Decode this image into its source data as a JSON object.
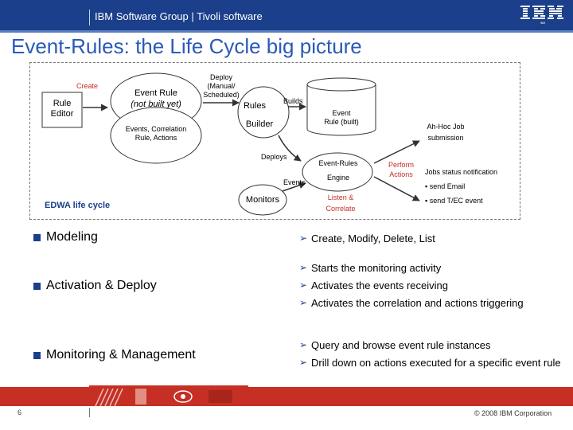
{
  "header": {
    "group": "IBM Software Group | Tivoli software",
    "logo_text": "IBM",
    "color": "#1b3f8b"
  },
  "slide": {
    "title": "Event-Rules: the Life Cycle big picture",
    "accent_color": "#2a5ab8"
  },
  "diagram": {
    "create_label": "Create",
    "rule_editor": "Rule Editor",
    "event_rule_name": "Event Rule",
    "event_rule_note": "(not built yet)",
    "events_note": "Events, Correlation Rule, Actions",
    "deploy_label": "Deploy (Manual/ Scheduled)",
    "rules_label": "Rules",
    "builder_label": "Builder",
    "builds_label": "Builds",
    "event_rule_built_line1": "Event",
    "event_rule_built_line2": "Rule (built)",
    "deploys_label": "Deploys",
    "event_rules_engine_line1": "Event-Rules",
    "event_rules_engine_line2": "Engine",
    "events_label": "Events",
    "monitors_label": "Monitors",
    "listen_line1": "Listen &",
    "listen_line2": "Correlate",
    "perform_actions_line1": "Perform",
    "perform_actions_line2": "Actions",
    "adhoc_line1": "Ah-Hoc Job",
    "adhoc_line2": "submission",
    "jobs_status": "Jobs status notification",
    "send_email": "send Email",
    "send_tec": "send T/EC event",
    "edwa_label": "EDWA life cycle"
  },
  "bullets_left": [
    "Modeling",
    "Activation & Deploy",
    "Monitoring & Management"
  ],
  "bullets_right": [
    "Create, Modify, Delete, List",
    "Starts the monitoring activity",
    "Activates the events receiving",
    "Activates the correlation and actions triggering",
    "Query and browse event rule instances",
    "Drill down on actions executed for a specific event rule"
  ],
  "footer": {
    "page_number": "6",
    "copyright": "© 2008 IBM Corporation",
    "band_color": "#c62f24"
  }
}
